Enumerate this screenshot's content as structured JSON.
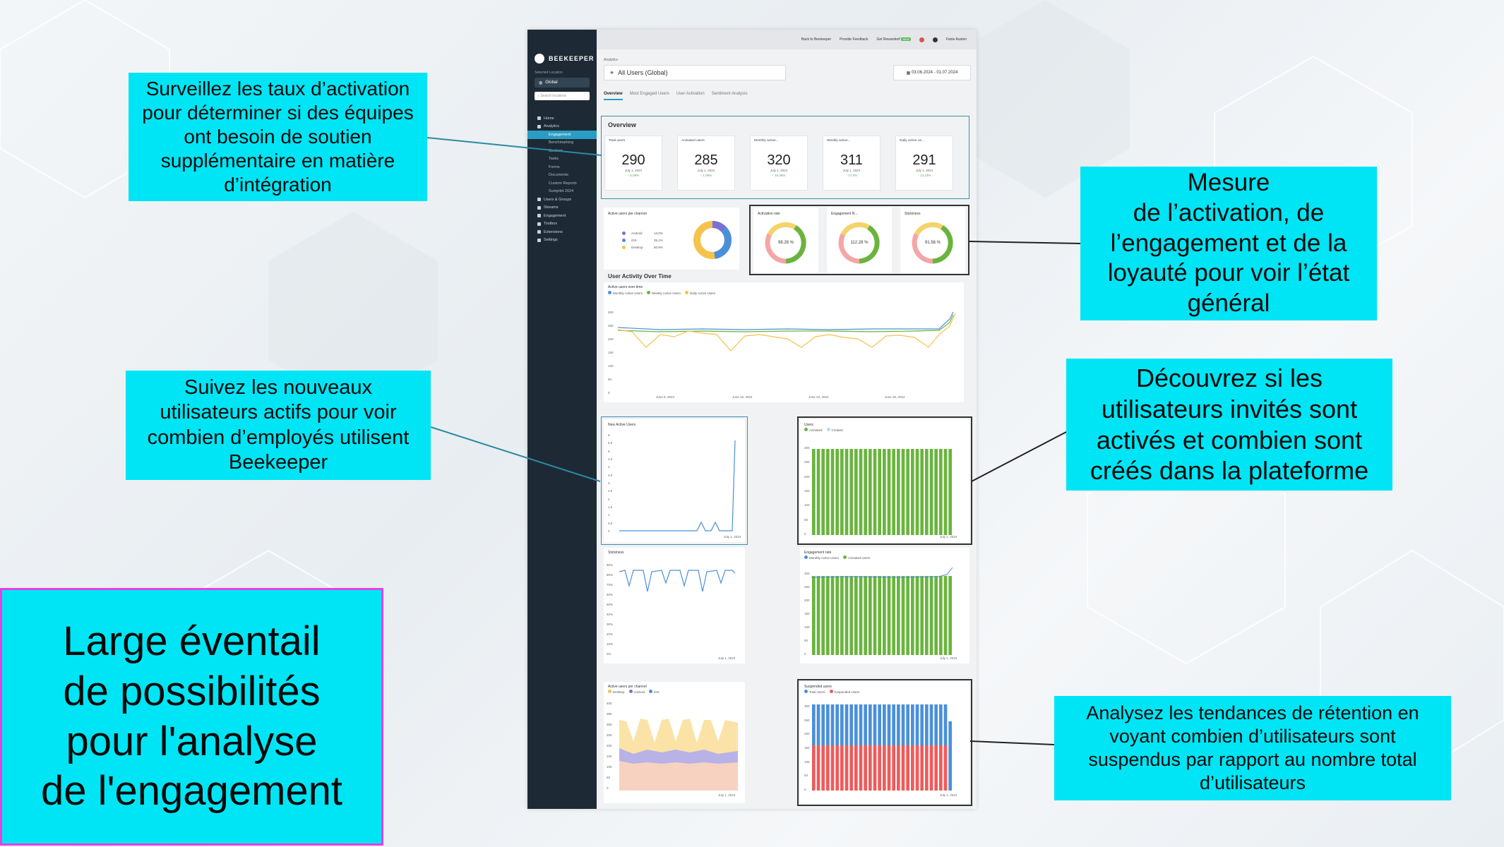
{
  "callouts": {
    "activation_rates": "Surveillez les taux d’activation\npour déterminer si des équipes\nont besoin de soutien\nsupplémentaire en matière\nd’intégration",
    "new_users": "Suivez les nouveaux\nutilisateurs actifs pour voir\ncombien d’employés utilisent\nBeekeeper",
    "health": "Mesure\n de l’activation, de\nl’engagement et de la\nloyauté pour voir l’état\ngénéral",
    "invited": "Découvrez si les\nutilisateurs invités sont\nactivés et combien sont\ncréés dans la plateforme",
    "retention": "Analysez les tendances de rétention en\nvoyant combien d’utilisateurs sont\nsuspendus par rapport au nombre total\nd’utilisateurs",
    "headline": "Large éventail\nde possibilités\npour l'analyse\nde l'engagement"
  },
  "colors": {
    "callout_bg": "#00e5f5",
    "headline_border": "#e83fe0",
    "sidebar": "#1d2a35",
    "accent": "#2a9dc4",
    "green": "#6ab43e",
    "blue": "#4a90d9",
    "yellow": "#f5c24b",
    "red": "#ef5b5b"
  },
  "app": {
    "brand": "BEEKEEPER",
    "selected_location_label": "Selected Location",
    "location": "Global",
    "search_placeholder": "Search locations",
    "nav": [
      {
        "label": "Home",
        "icon": "home-icon",
        "sub": false,
        "active": false
      },
      {
        "label": "Analytics",
        "icon": "chart-icon",
        "sub": false,
        "active": false
      },
      {
        "label": "Engagement",
        "icon": "",
        "sub": true,
        "active": true
      },
      {
        "label": "Benchmarking",
        "icon": "",
        "sub": true,
        "active": false
      },
      {
        "label": "Content",
        "icon": "",
        "sub": true,
        "active": false
      },
      {
        "label": "Tasks",
        "icon": "",
        "sub": true,
        "active": false
      },
      {
        "label": "Forms",
        "icon": "",
        "sub": true,
        "active": false
      },
      {
        "label": "Documents",
        "icon": "",
        "sub": true,
        "active": false
      },
      {
        "label": "Custom Reports",
        "icon": "",
        "sub": true,
        "active": false
      },
      {
        "label": "Sumpilot 2024",
        "icon": "",
        "sub": true,
        "active": false
      },
      {
        "label": "Users & Groups",
        "icon": "users-icon",
        "sub": false,
        "active": false
      },
      {
        "label": "Streams",
        "icon": "stream-icon",
        "sub": false,
        "active": false
      },
      {
        "label": "Engagement",
        "icon": "megaphone-icon",
        "sub": false,
        "active": false
      },
      {
        "label": "Toolbox",
        "icon": "toolbox-icon",
        "sub": false,
        "active": false
      },
      {
        "label": "Extensions",
        "icon": "extension-icon",
        "sub": false,
        "active": false
      },
      {
        "label": "Settings",
        "icon": "gear-icon",
        "sub": false,
        "active": false
      }
    ],
    "topbar": {
      "back": "Back to Beekeeper",
      "feedback": "Provide Feedback",
      "research": "Get Rewarded!",
      "research_badge": "NEW",
      "user": "Fanie Austen"
    },
    "analytics_label": "Analytics",
    "filter_value": "All Users (Global)",
    "date_range": "03.06.2024 - 01.07.2024",
    "tabs": [
      {
        "label": "Overview",
        "on": true
      },
      {
        "label": "Most Engaged Users",
        "on": false
      },
      {
        "label": "User Activation",
        "on": false
      },
      {
        "label": "Sentiment Analysis",
        "on": false
      }
    ],
    "overview_title": "Overview",
    "kpis": [
      {
        "title": "Total users",
        "value": "290",
        "date": "July 1, 2024",
        "change": "↑ 6.09%"
      },
      {
        "title": "Activated users",
        "value": "285",
        "date": "July 1, 2024",
        "change": "↑ 1.06%"
      },
      {
        "title": "Monthly active...",
        "value": "320",
        "date": "July 1, 2024",
        "change": "↑ 16.36%"
      },
      {
        "title": "Weekly active...",
        "value": "311",
        "date": "July 1, 2024",
        "change": "↑ 17.0%"
      },
      {
        "title": "Daily active us...",
        "value": "291",
        "date": "July 1, 2024",
        "change": "↑ 13.23%"
      }
    ],
    "channel_title": "Active users per channel",
    "channels": [
      {
        "name": "Android",
        "pct": "13.0%"
      },
      {
        "name": "iOS",
        "pct": "35.1%"
      },
      {
        "name": "Desktop",
        "pct": "50.9%"
      }
    ],
    "gauges": [
      {
        "title": "Activation rate",
        "value": "98.28 %"
      },
      {
        "title": "Engagement R...",
        "value": "112.28 %"
      },
      {
        "title": "Stickiness",
        "value": "91.56 %"
      }
    ],
    "activity_title": "User Activity Over Time",
    "activity_subtitle": "Active users over time",
    "activity_legend": [
      "Monthly Active Users",
      "Weekly Active Users",
      "Daily Active Users"
    ],
    "activity_yticks": [
      "300",
      "250",
      "200",
      "150",
      "100",
      "50",
      "0"
    ],
    "activity_xticks": [
      "June 9, 2024",
      "June 16, 2024",
      "June 23, 2024",
      "June 30, 2024"
    ],
    "new_active_title": "New Active Users",
    "new_active_yticks": [
      "6",
      "5.5",
      "5",
      "4.5",
      "4",
      "3.5",
      "3",
      "2.5",
      "2",
      "1.5",
      "1",
      "0.5",
      "0"
    ],
    "users_title": "Users",
    "users_legend": [
      "Activated",
      "Created"
    ],
    "users_yticks": [
      "300",
      "250",
      "200",
      "150",
      "100",
      "50",
      "0"
    ],
    "stickiness_title": "Stickiness",
    "stickiness_yticks": [
      "90%",
      "80%",
      "70%",
      "60%",
      "50%",
      "40%",
      "30%",
      "20%",
      "10%",
      "0%"
    ],
    "engagement_title": "Engagement rate",
    "engagement_legend": [
      "Monthly Active Users",
      "Activated Users"
    ],
    "engagement_yticks": [
      "300",
      "250",
      "200",
      "150",
      "100",
      "50",
      "0"
    ],
    "channels_over_time_title": "Active users per channel",
    "channels_over_time_legend": [
      "Desktop",
      "Android",
      "iOS"
    ],
    "channels_yticks": [
      "400",
      "350",
      "300",
      "250",
      "200",
      "150",
      "100",
      "50",
      "0"
    ],
    "suspended_title": "Suspended users",
    "suspended_legend": [
      "Total Users",
      "Suspended Users"
    ],
    "suspended_yticks": [
      "300",
      "250",
      "200",
      "150",
      "100",
      "50",
      "0"
    ],
    "date_label": "July 1, 2024"
  }
}
